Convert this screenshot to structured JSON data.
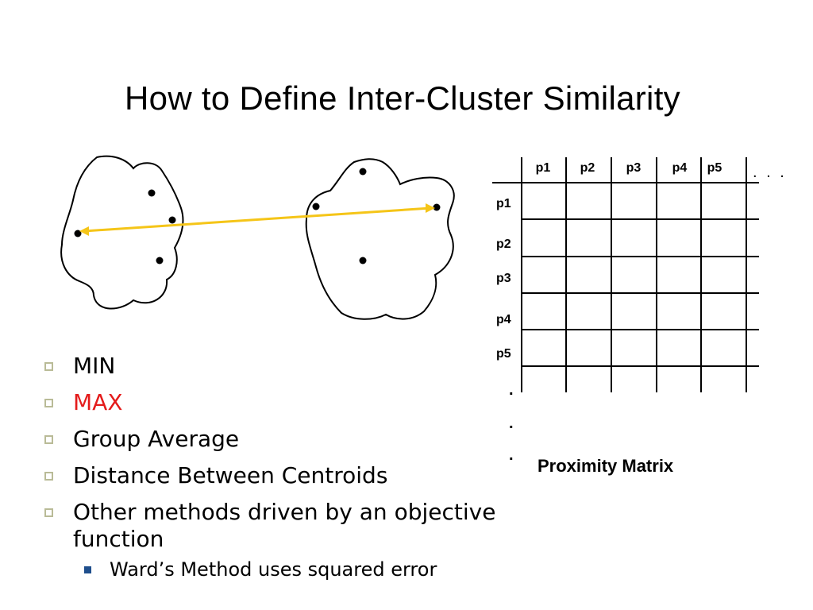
{
  "title": "How to Define Inter-Cluster Similarity",
  "matrix": {
    "columns": [
      "p1",
      "p2",
      "p3",
      "p4",
      "p5"
    ],
    "rows": [
      "p1",
      "p2",
      "p3",
      "p4",
      "p5"
    ],
    "ellipsis": ". . .",
    "vertical_dots": [
      ".",
      ".",
      "."
    ],
    "caption": "Proximity Matrix"
  },
  "bullets": [
    {
      "text": "MIN",
      "color": "#000000"
    },
    {
      "text": "MAX",
      "color": "#e41b1b"
    },
    {
      "text": "Group Average",
      "color": "#000000"
    },
    {
      "text": "Distance Between Centroids",
      "color": "#000000"
    },
    {
      "text": "Other methods driven by an objective function",
      "color": "#000000"
    }
  ],
  "sub_bullets": [
    {
      "text": "Ward’s Method uses squared error"
    }
  ],
  "colors": {
    "link_line": "#f5c518",
    "bullet_box_border": "#b9bb97",
    "sub_bullet": "#1f4e8c"
  }
}
